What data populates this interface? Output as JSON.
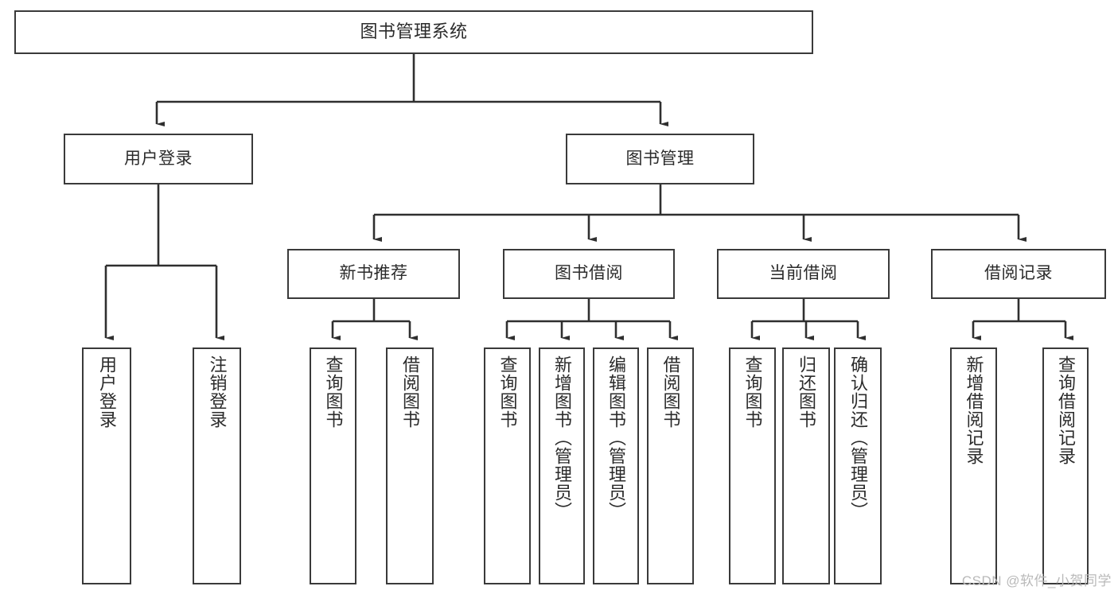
{
  "diagram": {
    "title": "图书管理系统",
    "type": "tree-hierarchy-diagram",
    "watermark": "CSDN @软件_小贺同学",
    "colors": {
      "box_border": "#3a3a3a",
      "box_fill": "#ffffff",
      "text": "#2b2b2b",
      "edge": "#2f2f2f",
      "background": "#ffffff",
      "watermark": "#b9b9b9"
    },
    "levels": {
      "root": {
        "label": "图书管理系统"
      },
      "level2": [
        {
          "label": "用户登录"
        },
        {
          "label": "图书管理"
        }
      ],
      "level3": [
        {
          "label": "新书推荐"
        },
        {
          "label": "图书借阅"
        },
        {
          "label": "当前借阅"
        },
        {
          "label": "借阅记录"
        }
      ],
      "leaves": {
        "user_login": [
          {
            "label": "用户登录"
          },
          {
            "label": "注销登录"
          }
        ],
        "new_book_recommend": [
          {
            "label": "查询图书"
          },
          {
            "label": "借阅图书"
          }
        ],
        "book_borrow": [
          {
            "label": "查询图书"
          },
          {
            "label": "新增图书（管理员）"
          },
          {
            "label": "编辑图书（管理员）"
          },
          {
            "label": "借阅图书"
          }
        ],
        "current_borrow": [
          {
            "label": "查询图书"
          },
          {
            "label": "归还图书"
          },
          {
            "label": "确认归还（管理员）"
          }
        ],
        "borrow_record": [
          {
            "label": "新增借阅记录"
          },
          {
            "label": "查询借阅记录"
          }
        ]
      }
    }
  }
}
